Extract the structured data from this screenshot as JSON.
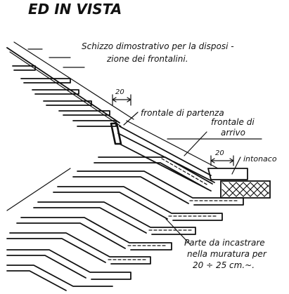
{
  "title": "ED  IN  VISTA",
  "caption": {
    "line1": "Schizzo dimostrativo per la disposi -",
    "line2": "zione dei frontalini."
  },
  "labels": {
    "dim_upper": "20",
    "frontale_partenza": "frontale di partenza",
    "frontale_arrivo_1": "frontale di",
    "frontale_arrivo_2": "arrivo",
    "dim_lower": "20",
    "intonaco": "intonaco",
    "note_1": "Parte da incastrare",
    "note_2": "nella muratura per",
    "note_3": "20 ÷ 25 cm.~."
  },
  "colors": {
    "ink": "#111111",
    "paper": "#ffffff"
  }
}
